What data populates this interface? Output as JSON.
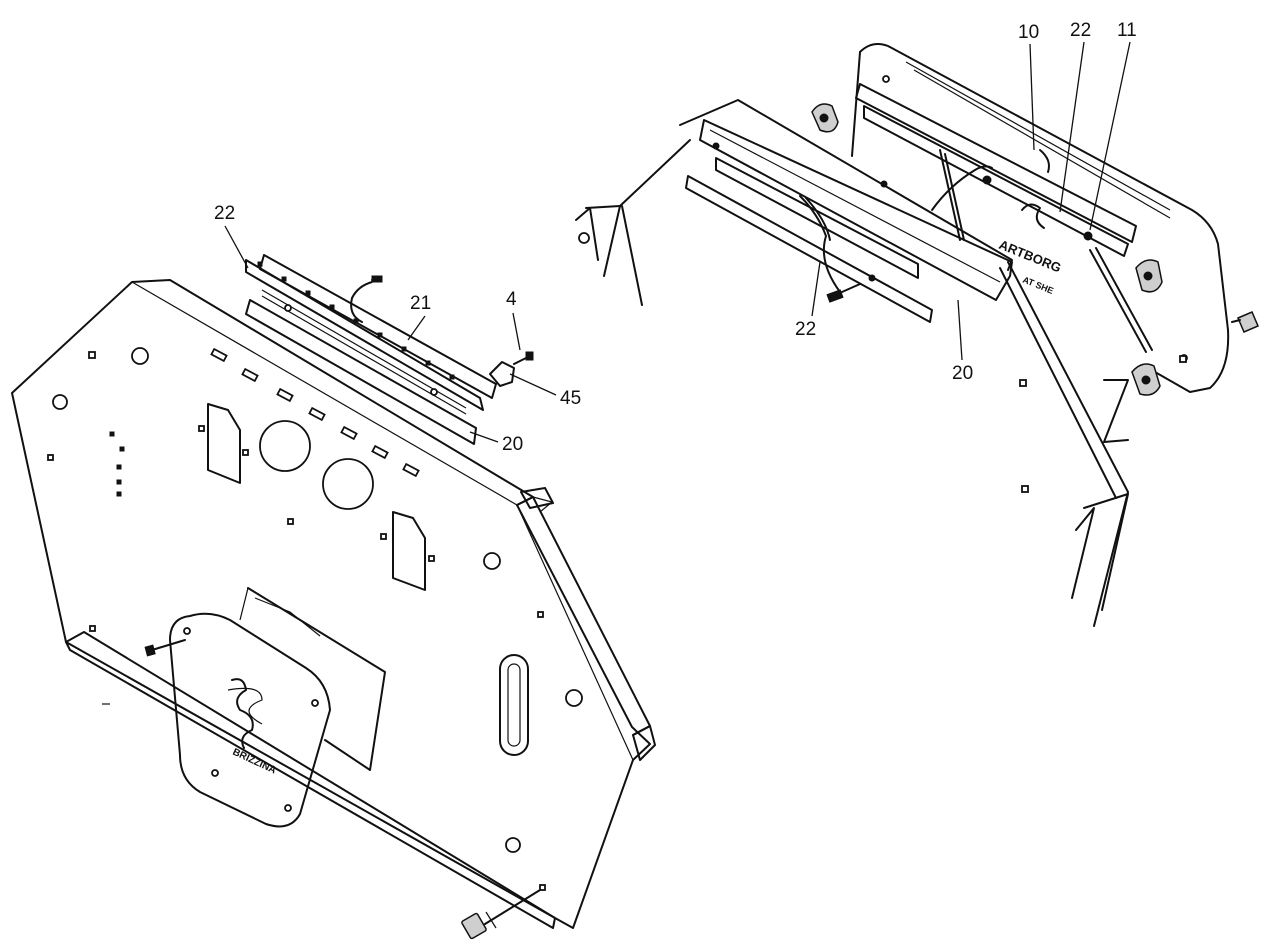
{
  "diagram": {
    "type": "exploded-parts-view",
    "callouts": {
      "left_22": "22",
      "left_21": "21",
      "left_4": "4",
      "left_45": "45",
      "left_20": "20",
      "right_10": "10",
      "right_22_top": "22",
      "right_11": "11",
      "right_22_mid": "22",
      "right_20": "20"
    },
    "front_panel_logo_text": "BRIZZINA",
    "rear_panel_embossed_text": "ARTBORG",
    "rear_panel_small_text": "AT SHE"
  }
}
